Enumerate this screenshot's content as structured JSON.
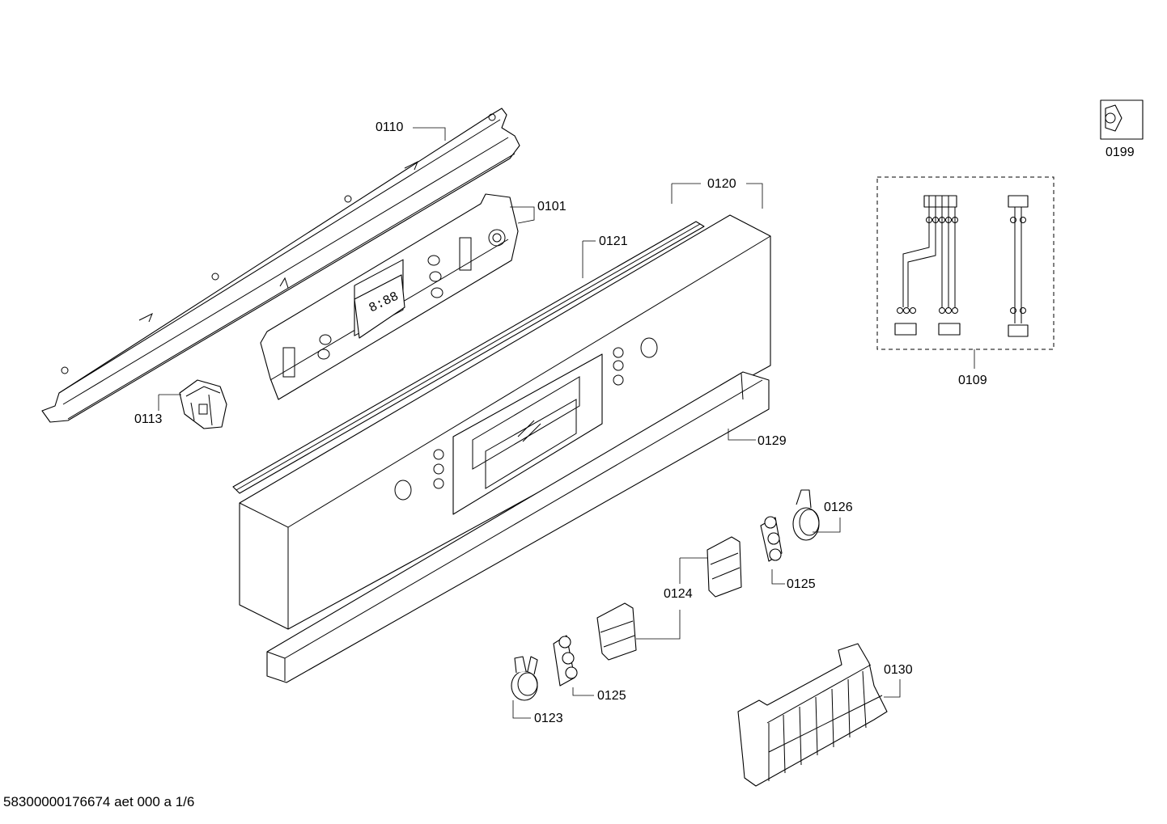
{
  "parts": [
    {
      "id": "0110",
      "label": "0110"
    },
    {
      "id": "0101",
      "label": "0101"
    },
    {
      "id": "0120",
      "label": "0120"
    },
    {
      "id": "0121",
      "label": "0121"
    },
    {
      "id": "0113",
      "label": "0113"
    },
    {
      "id": "0129",
      "label": "0129"
    },
    {
      "id": "0126",
      "label": "0126"
    },
    {
      "id": "0125a",
      "label": "0125"
    },
    {
      "id": "0124",
      "label": "0124"
    },
    {
      "id": "0125b",
      "label": "0125"
    },
    {
      "id": "0123",
      "label": "0123"
    },
    {
      "id": "0130",
      "label": "0130"
    },
    {
      "id": "0109",
      "label": "0109"
    },
    {
      "id": "0199",
      "label": "0199"
    }
  ],
  "document_id": "58300000176674 aet 000 a 1/6"
}
